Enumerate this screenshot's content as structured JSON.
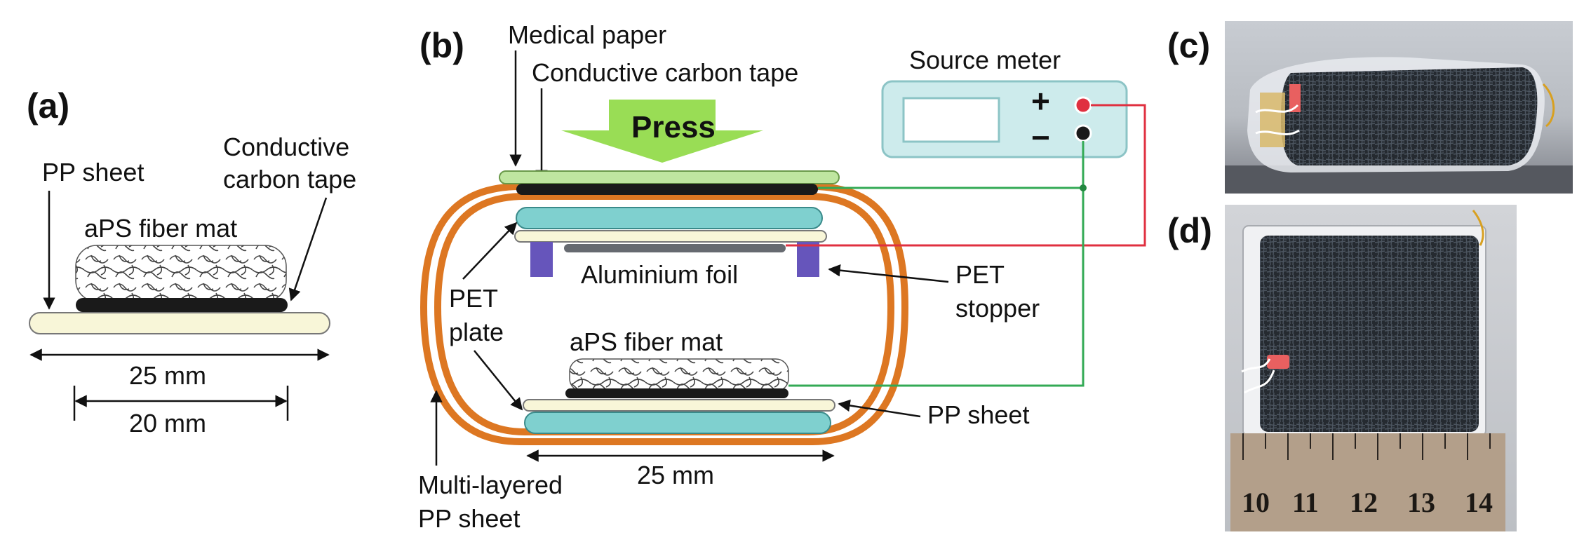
{
  "panels": {
    "a": {
      "label": "(a)",
      "pp_sheet": "PP sheet",
      "tape_line1": "Conductive",
      "tape_line2": "carbon tape",
      "fiber_mat": "aPS fiber mat",
      "dim_outer": "25 mm",
      "dim_inner": "20 mm"
    },
    "b": {
      "label": "(b)",
      "medical_paper": "Medical paper",
      "conductive_tape": "Conductive carbon tape",
      "press": "Press",
      "source_meter": "Source meter",
      "plus": "+",
      "minus": "−",
      "aluminium_foil": "Aluminium foil",
      "pet_stopper_line1": "PET",
      "pet_stopper_line2": "stopper",
      "pet_plate_line1": "PET",
      "pet_plate_line2": "plate",
      "fiber_mat": "aPS fiber mat",
      "pp_sheet": "PP sheet",
      "dim": "25 mm",
      "multi_line1": "Multi-layered",
      "multi_line2": "PP sheet"
    },
    "c": {
      "label": "(c)"
    },
    "d": {
      "label": "(d)",
      "ruler_numbers": [
        "10",
        "11",
        "12",
        "13",
        "14"
      ]
    }
  },
  "colors": {
    "pp_sheet": "#f8f6d8",
    "carbon_tape": "#1a1a1a",
    "pet_plate": "#7fd0cf",
    "stopper": "#6655bb",
    "orange_sheet": "#dd7722",
    "green_wire": "#33aa55",
    "red_wire": "#e03040",
    "press_arrow": "#99dd55",
    "meter_body": "#cdebec",
    "medical_paper": "#bfe6a0"
  }
}
